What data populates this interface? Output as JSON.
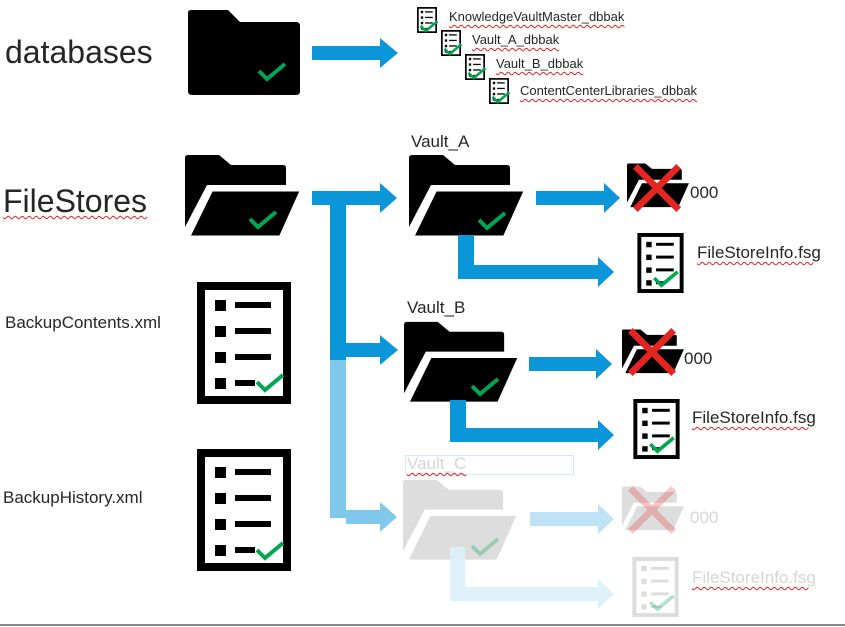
{
  "colors": {
    "arrow": "#0a96d8",
    "arrow_faded": "#80c8ec",
    "arrow_very_faded": "#dceffa",
    "check": "#00a651",
    "cross": "#e52521",
    "icon": "#000000",
    "faded_icon": "#dddddd"
  },
  "sections": {
    "databases": {
      "label": "databases",
      "icon": "folder-closed-checked",
      "files": [
        "KnowledgeVaultMaster_dbbak",
        "Vault_A_dbbak",
        "Vault_B_dbbak",
        "ContentCenterLibraries_dbbak"
      ]
    },
    "filestores": {
      "label": "FileStores",
      "icon": "folder-open-checked",
      "vaults": [
        {
          "name": "Vault_A",
          "folder": "000",
          "file": "FileStoreInfo.fsg"
        },
        {
          "name": "Vault_B",
          "folder": "000",
          "file": "FileStoreInfo.fsg"
        },
        {
          "name": "Vault_C",
          "folder": "000",
          "file": "FileStoreInfo.fsg",
          "faded": true
        }
      ]
    },
    "backup_contents": {
      "label": "BackupContents.xml",
      "icon": "document-checked"
    },
    "backup_history": {
      "label": "BackupHistory.xml",
      "icon": "document-checked"
    }
  }
}
